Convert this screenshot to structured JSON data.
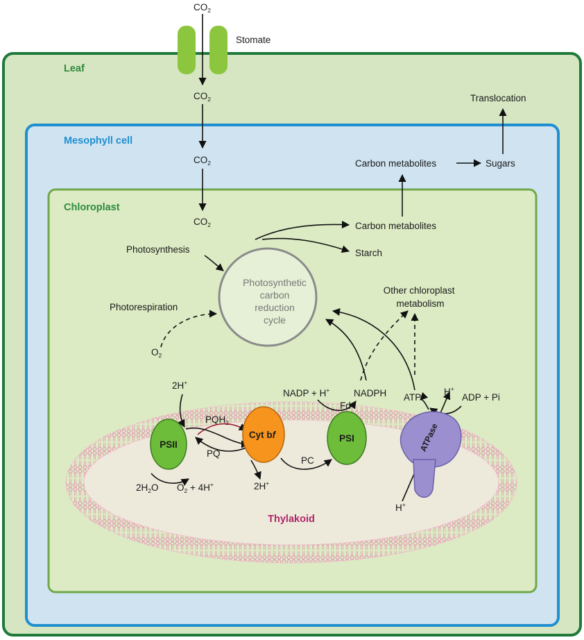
{
  "regions": {
    "leaf": "Leaf",
    "mesophyll": "Mesophyll cell",
    "chloroplast": "Chloroplast",
    "thylakoid": "Thylakoid"
  },
  "colors": {
    "leaf_border": "#1f7a3a",
    "leaf_fill": "#d6e6c2",
    "mesophyll_border": "#1f8fd0",
    "mesophyll_fill": "#cfe3f1",
    "chloroplast_border": "#6fa84a",
    "chloroplast_fill": "#dcebc4",
    "membrane": "#e79ab8",
    "psii": "#6dbd3a",
    "cytbf": "#f7941d",
    "psi": "#6dbd3a",
    "atpase": "#9b8fd0",
    "thylakoid_label": "#b0246a",
    "leaf_label": "#2e8b3e",
    "mesophyll_label": "#1f8fd0",
    "chloroplast_label": "#2e8b3e"
  },
  "labels": {
    "stomate": "Stomate",
    "co2": "CO",
    "co2_sub": "2",
    "translocation": "Translocation",
    "carbon_metabolites": "Carbon metabolites",
    "sugars": "Sugars",
    "starch": "Starch",
    "photosynthesis": "Photosynthesis",
    "photorespiration": "Photorespiration",
    "cycle_line1": "Photosynthetic",
    "cycle_line2": "carbon",
    "cycle_line3": "reduction",
    "cycle_line4": "cycle",
    "other_line1": "Other chloroplast",
    "other_line2": "metabolism",
    "o2": "O",
    "o2_sub": "2",
    "two_h_plus": "2H",
    "plus_sup": "+",
    "nadp_h": "NADP + H",
    "nadph": "NADPH",
    "fd": "Fd",
    "atp": "ATP",
    "h_plus": "H",
    "adp_pi": "ADP + Pi",
    "pqh2": "PQH",
    "pqh2_sub": "2",
    "pq": "PQ",
    "pc": "PC",
    "h2o_a": "2H",
    "h2o_sub": "2",
    "h2o_b": "O",
    "o2_4h": "O",
    "o2_4h_sub": "2",
    "o2_4h_rest": " + 4H",
    "psii": "PSII",
    "cyt": "Cyt b",
    "cyt_f": "f",
    "psi": "PSI",
    "atpase": "ATPase"
  }
}
